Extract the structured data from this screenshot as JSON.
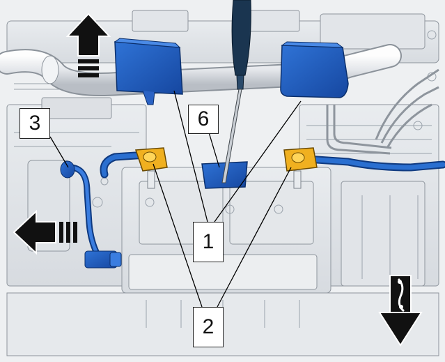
{
  "callouts": {
    "c1": "1",
    "c2": "2",
    "c3": "3",
    "c6": "6"
  },
  "colors": {
    "background": "#f4f6f8",
    "cover_blue": "#1f5fbf",
    "cable_blue": "#2a6fd0",
    "clip_yellow": "#f0b020",
    "tool_navy": "#1a3550",
    "arrow_black": "#111111",
    "line_gray": "#9aa2ab"
  },
  "icons": [
    "arrow-up-icon",
    "arrow-left-icon",
    "arrow-down-icon",
    "screwdriver-icon"
  ]
}
